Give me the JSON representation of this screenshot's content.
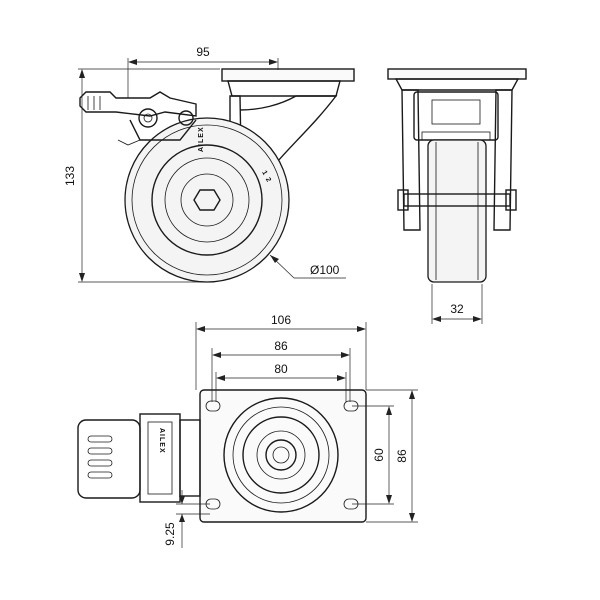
{
  "dimensions": {
    "height_total": "133",
    "plate_offset": "95",
    "wheel_diameter": "Ø100",
    "wheel_width": "32",
    "plate_width": "106",
    "hole_spacing_outer": "86",
    "hole_spacing_inner": "80",
    "hole_spacing_vertical_inner": "60",
    "hole_spacing_vertical_outer": "86",
    "hole_diameter": "9.25"
  },
  "brand_marks": {
    "side_view": "AILEX",
    "bottom_view": "AILEX",
    "tread": "1 2"
  }
}
